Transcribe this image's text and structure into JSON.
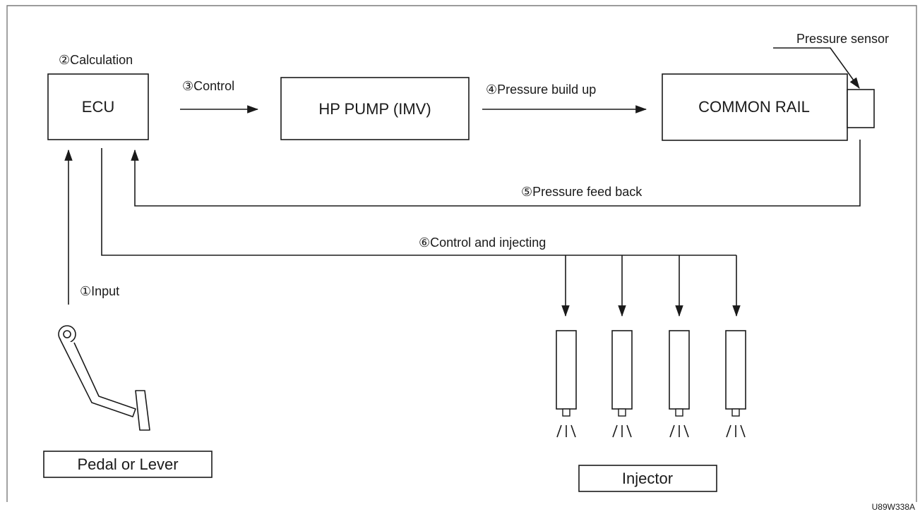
{
  "diagram": {
    "boxes": {
      "ecu": "ECU",
      "hp_pump": "HP PUMP (IMV)",
      "common_rail": "COMMON RAIL",
      "pedal": "Pedal or Lever",
      "injector": "Injector"
    },
    "steps": {
      "input": "①Input",
      "calculation": "②Calculation",
      "control": "③Control",
      "pressure_build_up": "④Pressure build up",
      "pressure_feed_back": "⑤Pressure feed back",
      "control_and_injecting": "⑥Control and injecting"
    },
    "pressure_sensor": "Pressure sensor",
    "figure_code": "U89W338A"
  }
}
